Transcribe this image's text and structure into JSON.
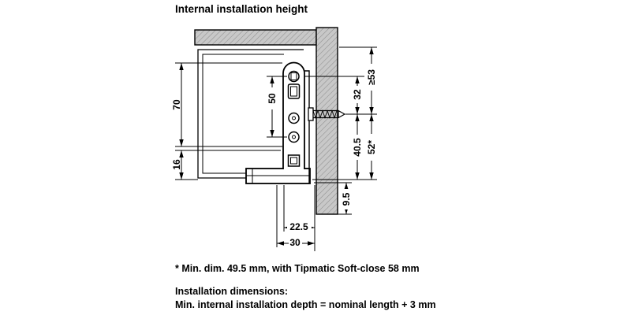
{
  "title": "Internal installation height",
  "footnote": "* Min. dim. 49.5 mm, with Tipmatic Soft-close 58 mm",
  "installation": {
    "heading": "Installation dimensions:",
    "line": "Min. internal installation depth = nominal length + 3 mm"
  },
  "dims": {
    "left_height": "70",
    "left_bottom": "16",
    "hole_spacing": "50",
    "min_internal": "≥53",
    "top_offset": "32",
    "lower_a": "40.5",
    "lower_b": "52*",
    "bottom_clearance": "9.5",
    "horiz_a": "22.5",
    "horiz_b": "30"
  },
  "colors": {
    "panel": "#c8c8c8",
    "hatch": "#8f8f8f",
    "line": "#000000"
  }
}
